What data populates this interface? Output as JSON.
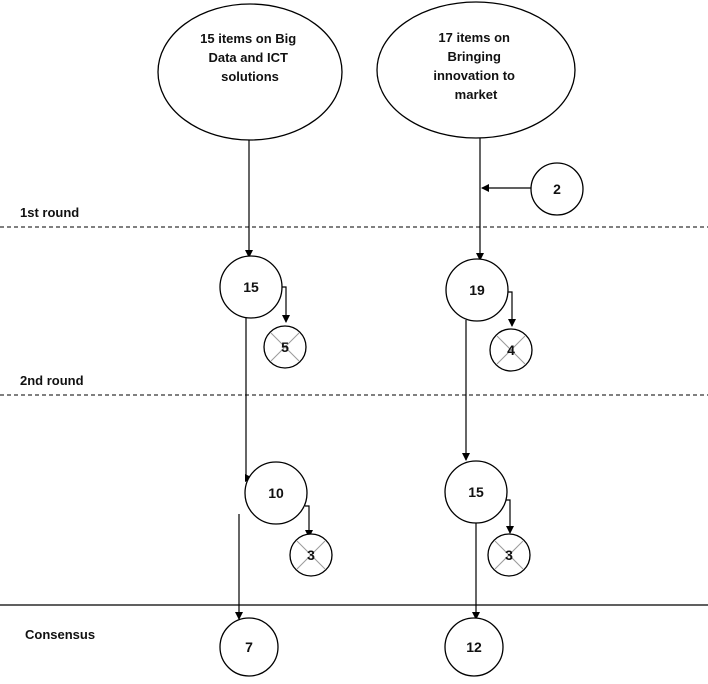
{
  "sources": [
    {
      "lines": [
        "15 items on Big",
        "Data and ICT",
        "solutions"
      ]
    },
    {
      "lines": [
        "17 items on",
        "Bringing",
        "innovation to",
        "market"
      ]
    }
  ],
  "added": {
    "value": "2"
  },
  "rounds": {
    "first": "1st round",
    "second": "2nd round",
    "consensus": "Consensus"
  },
  "left_column": {
    "round1": "15",
    "removed1": "5",
    "round2": "10",
    "removed2": "3",
    "consensus": "7"
  },
  "right_column": {
    "round1": "19",
    "removed1": "4",
    "round2": "15",
    "removed2": "3",
    "consensus": "12"
  },
  "colors": {
    "line": "#000000",
    "cross": "#9a9a9a",
    "fill": "#ffffff"
  }
}
